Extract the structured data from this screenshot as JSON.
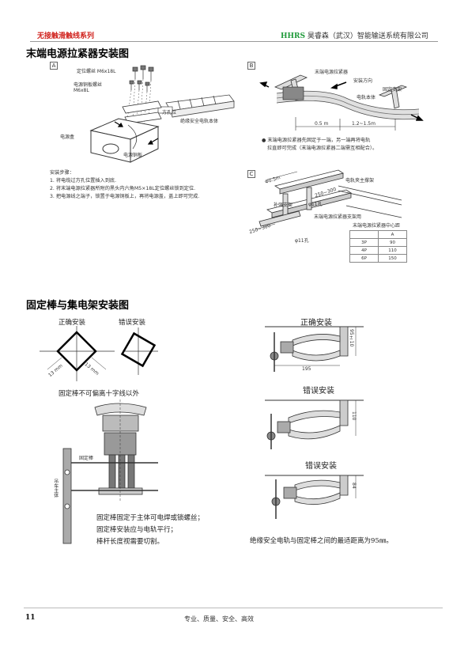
{
  "header": {
    "series": "无接触滑触线系列",
    "brand_prefix": "HHRS",
    "brand_company": "昊睿森（武汉）智能输送系统有限公司"
  },
  "section1": {
    "title": "末端电源拉紧器安装图",
    "panel_a": {
      "tag": "A",
      "labels": {
        "bolt1": "定位螺丝 M6x18L",
        "bolt2_l1": "电源铜板螺丝",
        "bolt2_l2": "M6x8L",
        "square_nut": "方孔位",
        "rail_body": "绝缘安全电轨本体",
        "power_box": "电源盒",
        "copper_plate": "电源铜板"
      },
      "steps_title": "安装步骤：",
      "steps": [
        "1. 将电缆过方孔位置插入到底.",
        "2. 将末端电源拉紧器所附的黑头内六角M5×18L定位螺丝锁到定位.",
        "3. 把电源线之端子，锁置于电源铜板上，再将电源盖，盖上即可完成."
      ]
    },
    "panel_b": {
      "tag": "B",
      "labels": {
        "tensioner": "末端电源拉紧器",
        "direction": "安装方向",
        "rail_body": "电轨本体",
        "fixed_bracket": "固定支架",
        "dim1": "0.5 m",
        "dim2": "1.2~1.5m"
      },
      "note_l1": "● 末端电源拉紧器先固定于一端，另一端再将电轨",
      "note_l2": "拉直即可完成（末端电源拉紧器二端需互相配合）。"
    },
    "panel_c": {
      "tag": "C",
      "labels": {
        "dim_top": "Φ0.5m",
        "rail_bracket": "电轨夹主撑架",
        "dim_mid": "250~300",
        "reinforce": "补强支架",
        "dim_low": "250~300",
        "hole1": "φ11孔",
        "tensioner_bracket": "末端电源拉紧器支架用",
        "hole2": "φ11孔"
      },
      "table": {
        "title": "末端电源拉紧器中心距",
        "header": [
          "",
          "A"
        ],
        "rows": [
          [
            "3P",
            "90"
          ],
          [
            "4P",
            "110"
          ],
          [
            "6P",
            "150"
          ]
        ]
      }
    }
  },
  "section2": {
    "title": "固定棒与集电架安装图",
    "correct": "正确安装",
    "wrong": "错误安装",
    "dim_13": "13 mm",
    "caption1": "固定棒不可偏离十字线以外",
    "labels": {
      "fixed_rod": "固定棒",
      "hanger_body": "吊车主体"
    },
    "notes": [
      "固定棒固定于主体可电焊或锁螺丝；",
      "固定棒安装应与电轨平行；",
      "棒杆长度视需要切割。"
    ],
    "right": {
      "correct": "正确安装",
      "wrong1": "错误安装",
      "wrong2": "错误安装",
      "dim_195": "195",
      "dim_95": "95±10",
      "dim_110": "110",
      "dim_84": "84",
      "bottom_note": "绝缘安全电轨与固定棒之间的最适距离为95㎜。"
    }
  },
  "footer": {
    "page": "11",
    "slogan": "专业、质量、安全、高效"
  }
}
